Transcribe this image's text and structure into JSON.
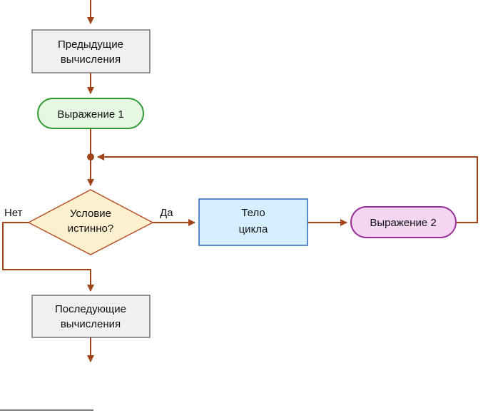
{
  "flowchart": {
    "previous_step": {
      "line1": "Предыдущие",
      "line2": "вычисления"
    },
    "init_expression": {
      "label": "Выражение 1"
    },
    "condition": {
      "line1": "Условие",
      "line2": "истинно?"
    },
    "yes_label": "Да",
    "no_label": "Нет",
    "loop_body": {
      "line1": "Тело",
      "line2": "цикла"
    },
    "update_expression": {
      "label": "Выражение 2"
    },
    "next_step": {
      "line1": "Последующие",
      "line2": "вычисления"
    }
  },
  "colors": {
    "connector": "#a0441c",
    "process_fill": "#f0f0f0",
    "process_stroke": "#555555",
    "terminal_green_fill": "#e6f7e2",
    "terminal_green_stroke": "#2f9a34",
    "decision_fill": "#fdf0cf",
    "decision_stroke": "#b8532a",
    "body_fill": "#d6efff",
    "body_stroke": "#2a67b5",
    "terminal_purple_fill": "#f4d6f2",
    "terminal_purple_stroke": "#9a2f9a"
  }
}
